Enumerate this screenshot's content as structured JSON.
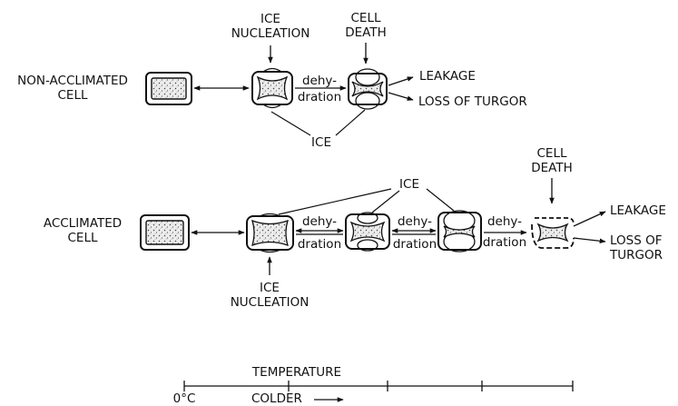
{
  "top_row": {
    "non_acclimated_cell": [
      "NON-ACCLIMATED",
      "CELL"
    ],
    "ice_nucleation": [
      "ICE",
      "NUCLEATION"
    ],
    "cell_death": [
      "CELL",
      "DEATH"
    ],
    "dehydration": [
      "dehy-",
      "dration"
    ],
    "leakage": "LEAKAGE",
    "loss_of_turgor": "LOSS OF TURGOR",
    "ice": "ICE"
  },
  "bottom_row": {
    "acclimated_cell": [
      "ACCLIMATED",
      "CELL"
    ],
    "ice": "ICE",
    "dehydration_1": [
      "dehy-",
      "dration"
    ],
    "dehydration_2": [
      "dehy-",
      "dration"
    ],
    "dehydration_3": [
      "dehy-",
      "dration"
    ],
    "cell_death": [
      "CELL",
      "DEATH"
    ],
    "ice_nucleation": [
      "ICE",
      "NUCLEATION"
    ],
    "leakage": "LEAKAGE",
    "loss_of_turgor": [
      "LOSS OF",
      "TURGOR"
    ]
  },
  "temperature_axis": {
    "title": "TEMPERATURE",
    "zero_label": "0°C",
    "colder_label": "COLDER"
  }
}
